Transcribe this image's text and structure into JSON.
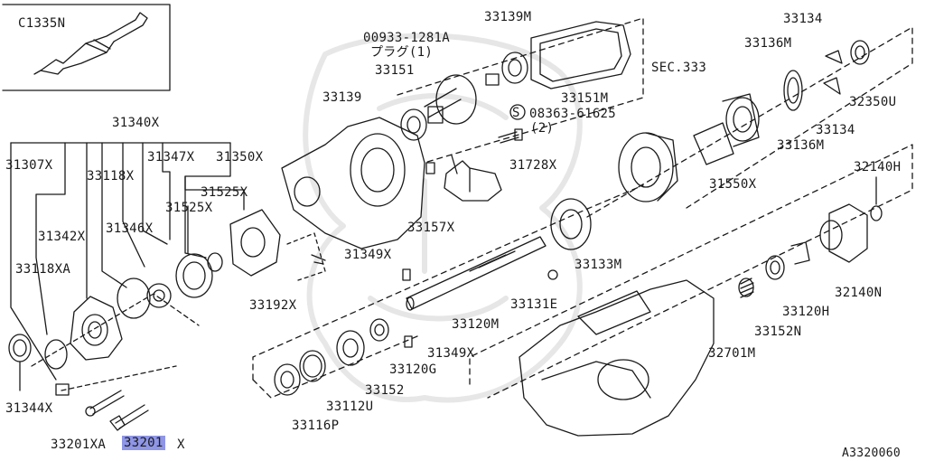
{
  "diagram_id": "A3320060",
  "colors": {
    "ink": "#1a1a1a",
    "highlight": "#8f96e6",
    "watermark": "#e4e4e4"
  },
  "labels": {
    "tool": "C1335N",
    "sec": "SEC.333",
    "plug_part": "00933-1281A",
    "plug_note": "プラグ(1)",
    "screw_part": "08363-61625",
    "screw_qty": "(2)",
    "screw_symbol": "S",
    "p31340X": "31340X",
    "p31307X": "31307X",
    "p33118X": "33118X",
    "p31347X": "31347X",
    "p31350X": "31350X",
    "p31525X_a": "31525X",
    "p31525X_b": "31525X",
    "p31342X": "31342X",
    "p31346X": "31346X",
    "p33118XA": "33118XA",
    "p31344X": "31344X",
    "p33201XA": "33201XA",
    "p33201X_a": "33201",
    "p33201X_b": "X",
    "p33192X": "33192X",
    "p33139M": "33139M",
    "p33151": "33151",
    "p33139": "33139",
    "p33151M": "33151M",
    "p33157X": "33157X",
    "p31728X": "31728X",
    "p31349X_a": "31349X",
    "p31349X_b": "31349X",
    "p33133M": "33133M",
    "p33131E": "33131E",
    "p33120M": "33120M",
    "p33120G": "33120G",
    "p33152": "33152",
    "p33112U": "33112U",
    "p33116P": "33116P",
    "p33134_a": "33134",
    "p33134_b": "33134",
    "p33136M_a": "33136M",
    "p33136M_b": "33136M",
    "p32350U": "32350U",
    "p31550X": "31550X",
    "p32140H": "32140H",
    "p32140N": "32140N",
    "p33120H": "33120H",
    "p33152N": "33152N",
    "p32701M": "32701M"
  }
}
